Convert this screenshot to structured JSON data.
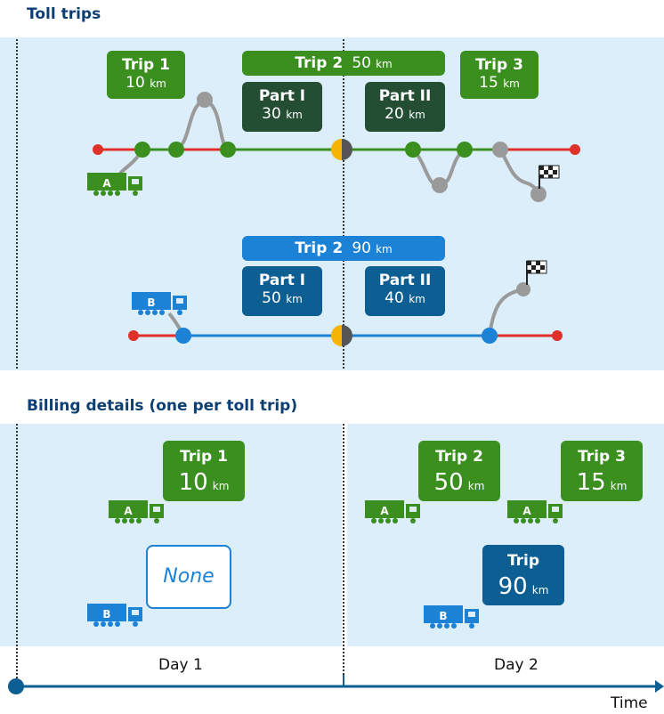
{
  "sections": {
    "toll_trips_title": "Toll trips",
    "billing_title": "Billing details (one per toll trip)"
  },
  "top": {
    "trip1": {
      "title": "Trip 1",
      "dist": "10",
      "unit": "km"
    },
    "trip2": {
      "title": "Trip 2",
      "dist": "50",
      "unit": "km"
    },
    "trip3": {
      "title": "Trip 3",
      "dist": "15",
      "unit": "km"
    },
    "part1": {
      "title": "Part I",
      "dist": "30",
      "unit": "km"
    },
    "part2": {
      "title": "Part II",
      "dist": "20",
      "unit": "km"
    },
    "truck_a_label": "A"
  },
  "blue": {
    "trip2": {
      "title": "Trip 2",
      "dist": "90",
      "unit": "km"
    },
    "part1": {
      "title": "Part I",
      "dist": "50",
      "unit": "km"
    },
    "part2": {
      "title": "Part II",
      "dist": "40",
      "unit": "km"
    },
    "truck_b_label": "B"
  },
  "billing": {
    "day1_trip1": {
      "title": "Trip 1",
      "dist": "10",
      "unit": "km"
    },
    "day1_none": "None",
    "day2_trip2": {
      "title": "Trip 2",
      "dist": "50",
      "unit": "km"
    },
    "day2_trip3": {
      "title": "Trip 3",
      "dist": "15",
      "unit": "km"
    },
    "day2_tripb": {
      "title": "Trip",
      "dist": "90",
      "unit": "km"
    },
    "truck_a_label": "A",
    "truck_b_label": "B"
  },
  "timeline": {
    "day1": "Day 1",
    "day2": "Day 2",
    "axis_label": "Time"
  },
  "colors": {
    "green": "#3a8f1f",
    "dark_green": "#234e33",
    "blue": "#1b82d6",
    "dark_blue": "#0d5e92",
    "red": "#e0302a",
    "grey": "#9a9a9a",
    "panel": "#dceefa",
    "midnight_yellow": "#f6b400"
  }
}
